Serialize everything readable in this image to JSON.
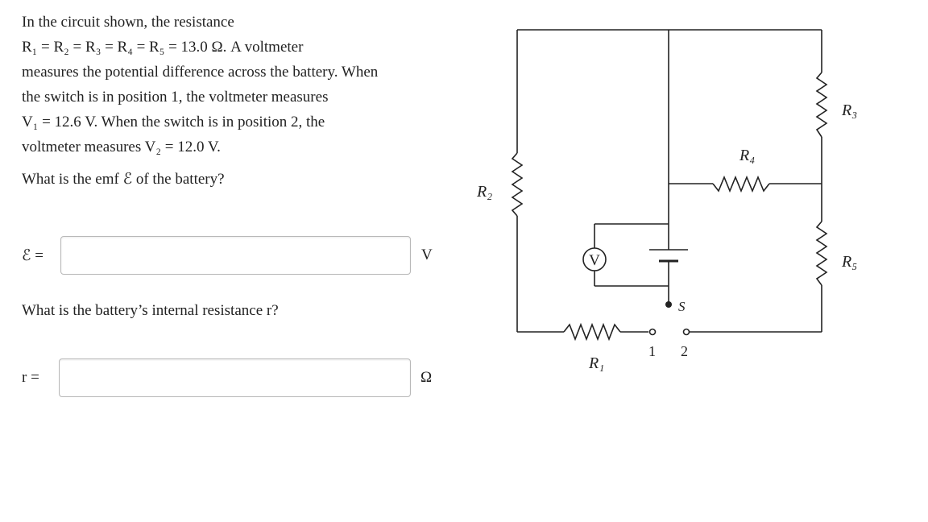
{
  "problem": {
    "line1": "In the circuit shown, the resistance",
    "line2": "R₁ = R₂ = R₃ = R₄ = R₅ = 13.0 Ω. A voltmeter",
    "line3": "measures the potential difference across the battery. When",
    "line4": "the switch is in position 1, the voltmeter measures",
    "line5": "V₁ = 12.6 V. When the switch is in position 2, the",
    "line6": "voltmeter measures V₂ = 12.0 V."
  },
  "questions": {
    "emf": {
      "prompt": "What is the emf ℰ of the battery?",
      "label": "ℰ =",
      "value": "",
      "unit": "V"
    },
    "resistance": {
      "prompt": "What is the battery’s internal resistance r?",
      "label": "r =",
      "value": "",
      "unit": "Ω"
    }
  },
  "circuit": {
    "r1": "R₁",
    "r2": "R₂",
    "r3": "R₃",
    "r4": "R₄",
    "r5": "R₅",
    "voltmeter": "V",
    "switch": "S",
    "pos1": "1",
    "pos2": "2"
  }
}
